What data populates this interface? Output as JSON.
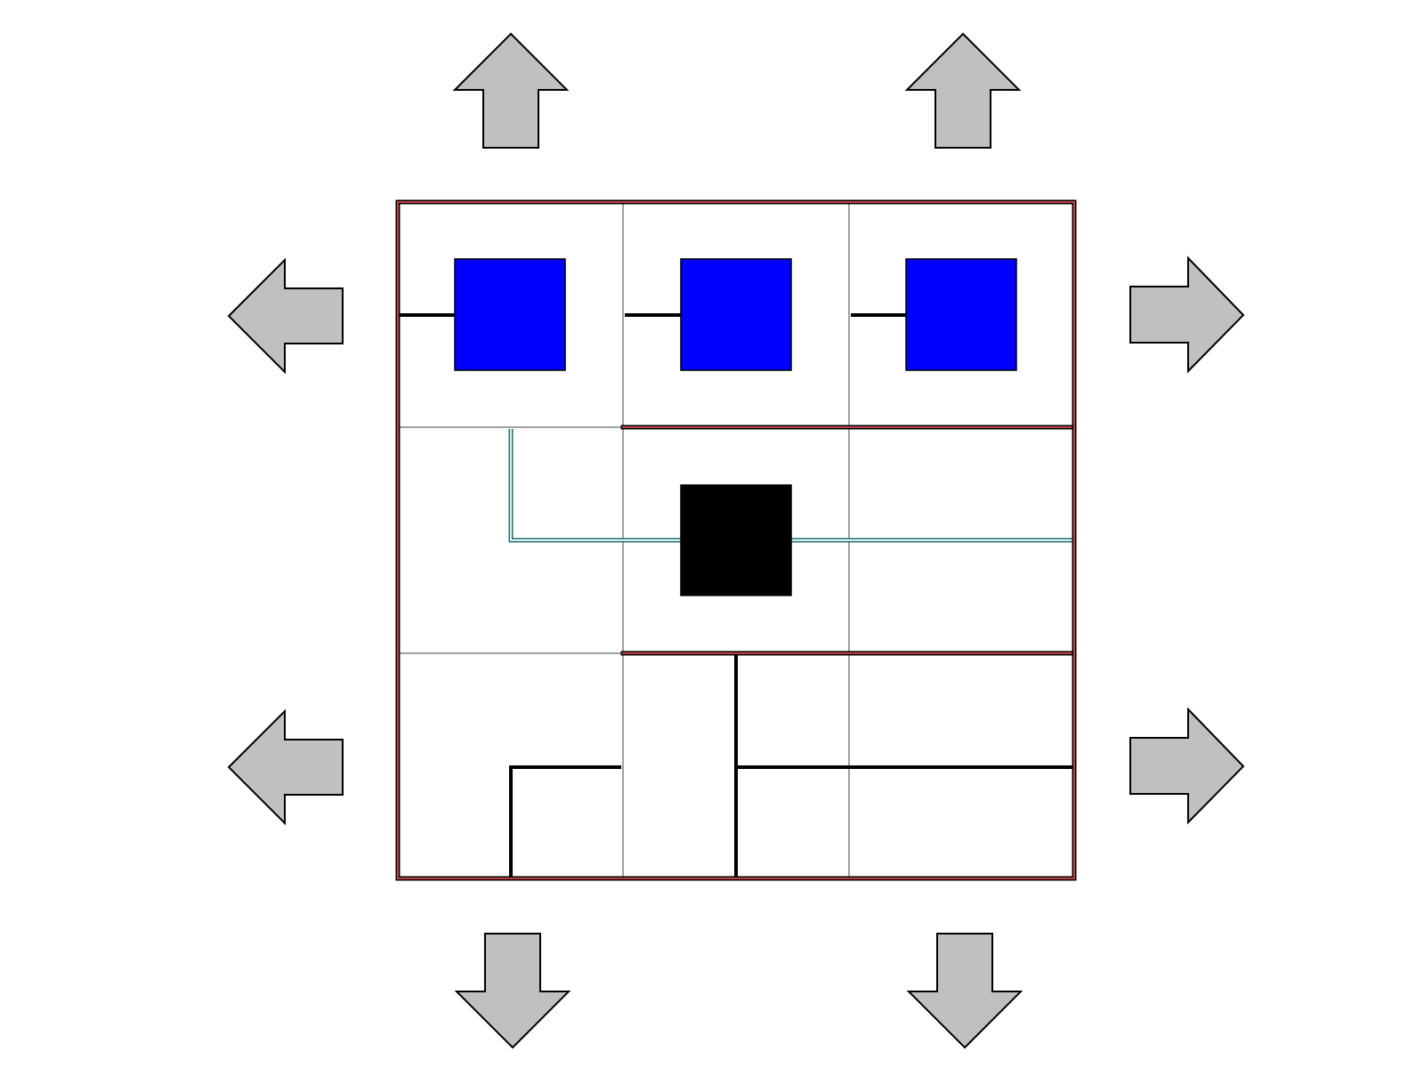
{
  "colors": {
    "background": "#ffffff",
    "arrow_fill": "#c0c0c0",
    "arrow_stroke": "#000000",
    "grid_line": "#808080",
    "border_outer": "#000000",
    "border_inner": "#c0404a",
    "source_block": "#0000ff",
    "target_block": "#000000",
    "pipe_dark": "#000000",
    "pipe_flow_outer": "#2a6f6f",
    "pipe_flow_inner": "#d6f4f4"
  },
  "board": {
    "rows": 3,
    "cols": 3,
    "tiles": [
      {
        "row": 0,
        "col": 0,
        "content": "source-block"
      },
      {
        "row": 0,
        "col": 1,
        "content": "source-block"
      },
      {
        "row": 0,
        "col": 2,
        "content": "source-block"
      },
      {
        "row": 1,
        "col": 0,
        "content": "pipe"
      },
      {
        "row": 1,
        "col": 1,
        "content": "target-block"
      },
      {
        "row": 1,
        "col": 2,
        "content": "pipe"
      },
      {
        "row": 2,
        "col": 0,
        "content": "pipe"
      },
      {
        "row": 2,
        "col": 1,
        "content": "pipe"
      },
      {
        "row": 2,
        "col": 2,
        "content": "pipe"
      }
    ]
  },
  "arrows": [
    {
      "name": "arrow-up-left",
      "direction": "up"
    },
    {
      "name": "arrow-up-right",
      "direction": "up"
    },
    {
      "name": "arrow-left-top",
      "direction": "left"
    },
    {
      "name": "arrow-left-bottom",
      "direction": "left"
    },
    {
      "name": "arrow-right-top",
      "direction": "right"
    },
    {
      "name": "arrow-right-bottom",
      "direction": "right"
    },
    {
      "name": "arrow-down-left",
      "direction": "down"
    },
    {
      "name": "arrow-down-right",
      "direction": "down"
    }
  ]
}
